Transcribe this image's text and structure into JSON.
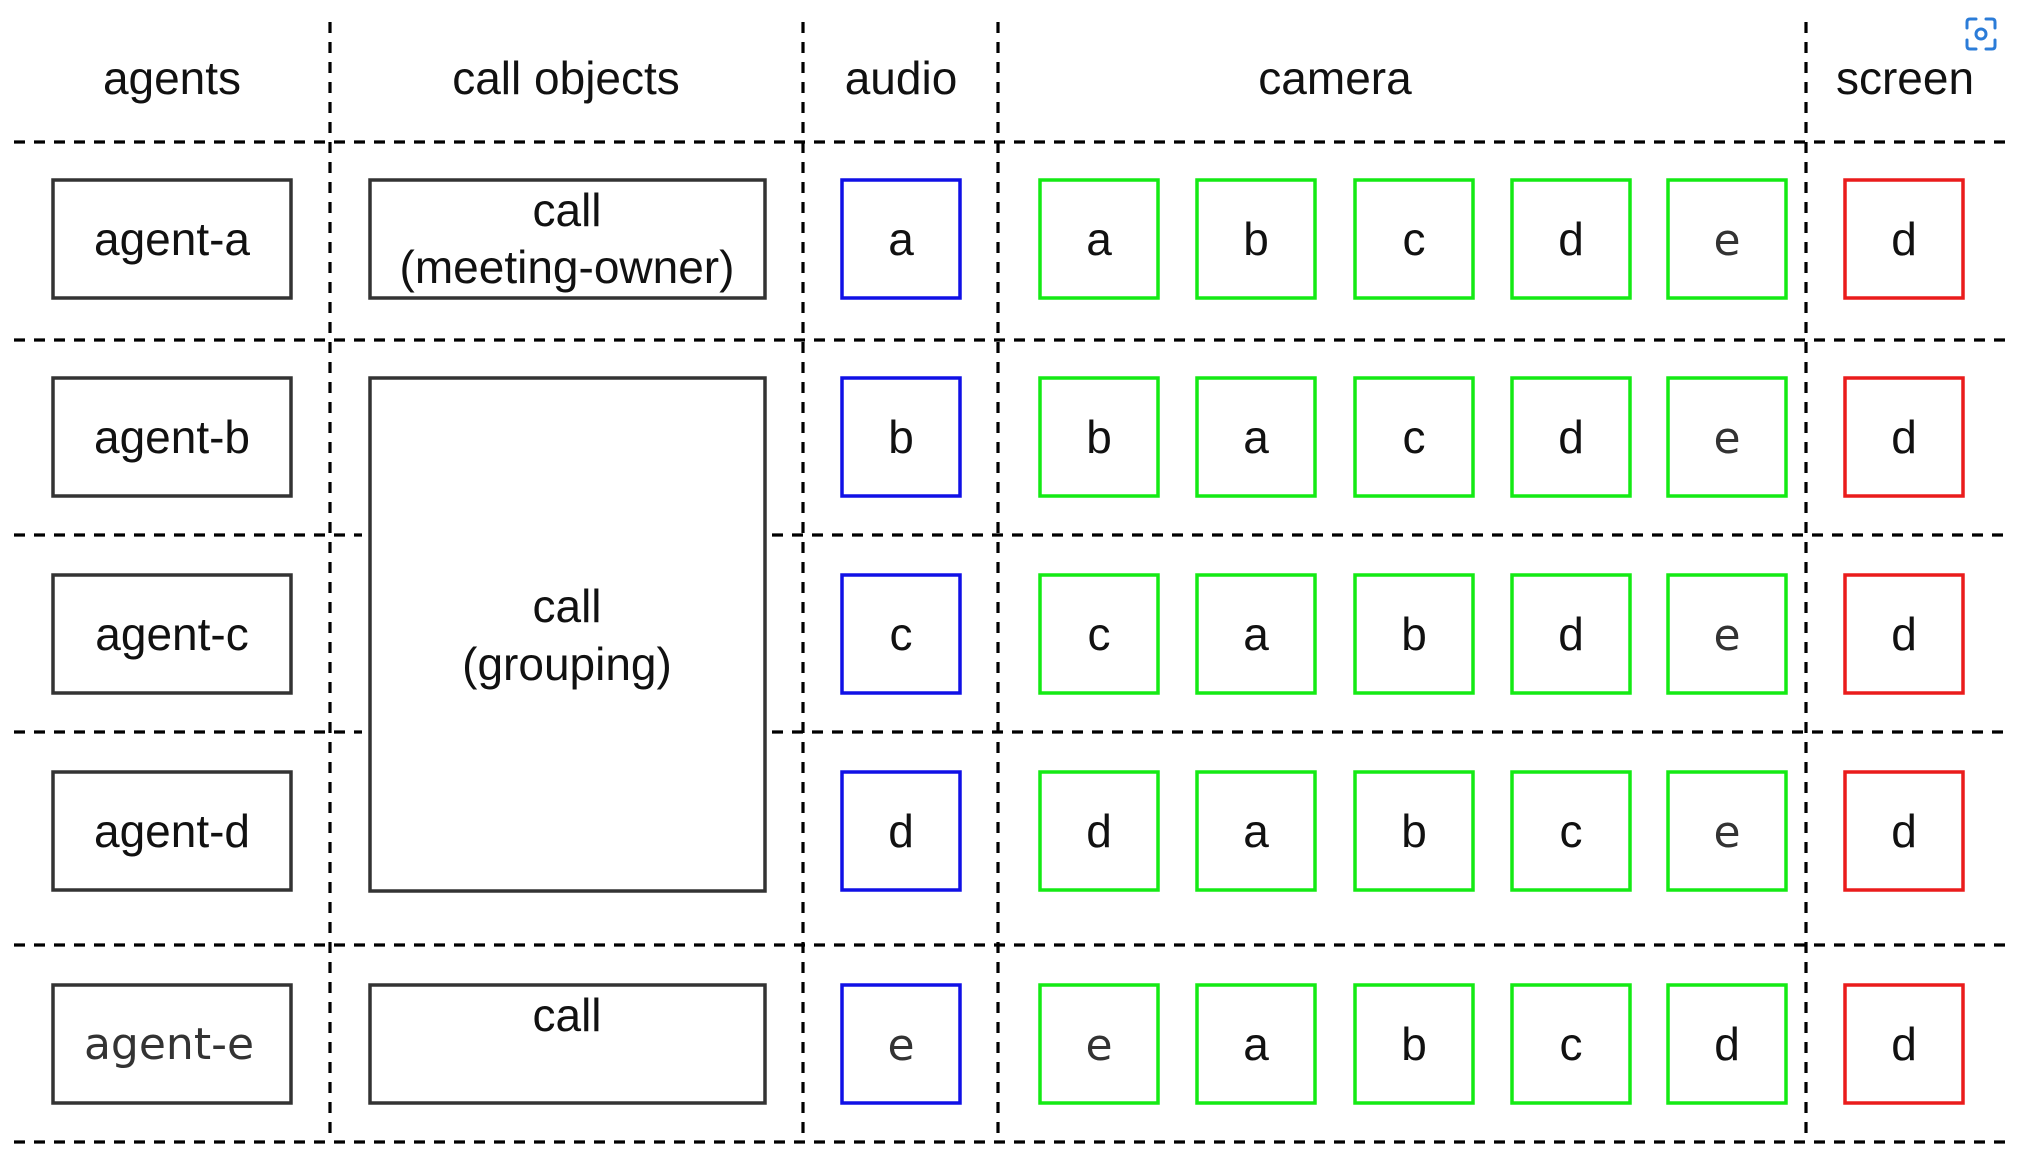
{
  "headers": {
    "agents": "agents",
    "call_objects": "call objects",
    "audio": "audio",
    "camera": "camera",
    "screen": "screen"
  },
  "agents": [
    "agent-a",
    "agent-b",
    "agent-c",
    "agent-d",
    "agent-e"
  ],
  "calls": {
    "meeting_owner_line1": "call",
    "meeting_owner_line2": "(meeting-owner)",
    "grouping_line1": "call",
    "grouping_line2": "(grouping)",
    "plain": "call"
  },
  "audio": [
    "a",
    "b",
    "c",
    "d",
    "e"
  ],
  "camera": [
    [
      "a",
      "b",
      "c",
      "d",
      "e"
    ],
    [
      "b",
      "a",
      "c",
      "d",
      "e"
    ],
    [
      "c",
      "a",
      "b",
      "d",
      "e"
    ],
    [
      "d",
      "a",
      "b",
      "c",
      "e"
    ],
    [
      "e",
      "a",
      "b",
      "c",
      "d"
    ]
  ],
  "screen": [
    "d",
    "d",
    "d",
    "d",
    "d"
  ],
  "colors": {
    "audio": "#1010e6",
    "camera": "#14ea14",
    "screen": "#ea1c1c",
    "box": "#333333"
  },
  "icons": {
    "corner": "scan-icon"
  }
}
